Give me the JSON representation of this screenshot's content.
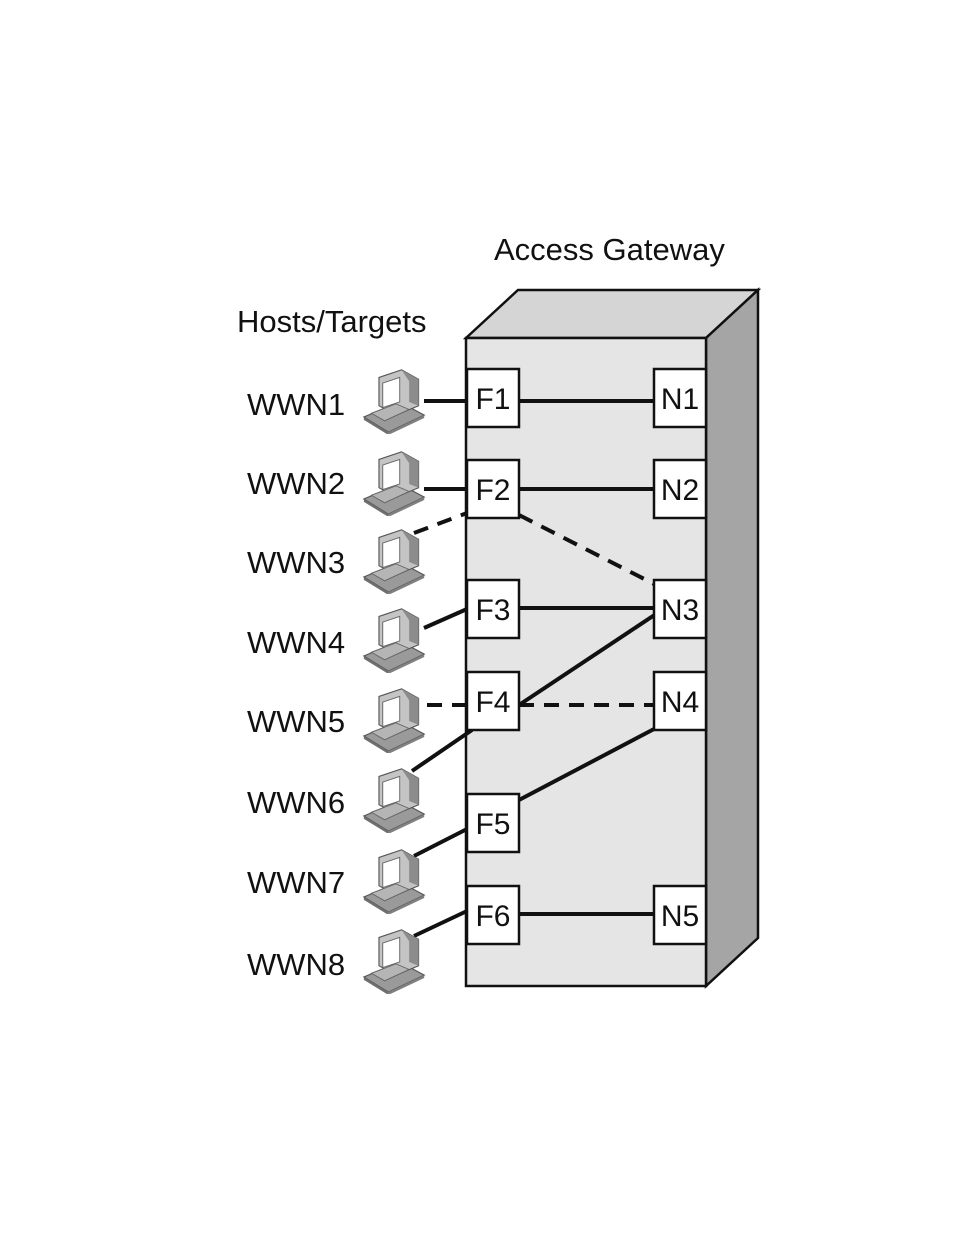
{
  "gateway": {
    "title": "Access Gateway",
    "f_ports": [
      {
        "id": "f1",
        "label": "F1"
      },
      {
        "id": "f2",
        "label": "F2"
      },
      {
        "id": "f3",
        "label": "F3"
      },
      {
        "id": "f4",
        "label": "F4"
      },
      {
        "id": "f5",
        "label": "F5"
      },
      {
        "id": "f6",
        "label": "F6"
      }
    ],
    "n_ports": [
      {
        "id": "n1",
        "label": "N1"
      },
      {
        "id": "n2",
        "label": "N2"
      },
      {
        "id": "n3",
        "label": "N3"
      },
      {
        "id": "n4",
        "label": "N4"
      },
      {
        "id": "n5",
        "label": "N5"
      }
    ]
  },
  "hosts": {
    "title": "Hosts/Targets",
    "items": [
      {
        "id": "wwn1",
        "label": "WWN1"
      },
      {
        "id": "wwn2",
        "label": "WWN2"
      },
      {
        "id": "wwn3",
        "label": "WWN3"
      },
      {
        "id": "wwn4",
        "label": "WWN4"
      },
      {
        "id": "wwn5",
        "label": "WWN5"
      },
      {
        "id": "wwn6",
        "label": "WWN6"
      },
      {
        "id": "wwn7",
        "label": "WWN7"
      },
      {
        "id": "wwn8",
        "label": "WWN8"
      }
    ]
  },
  "links": [
    {
      "from": "wwn1",
      "to": "f1",
      "style": "solid"
    },
    {
      "from": "wwn2",
      "to": "f2",
      "style": "solid"
    },
    {
      "from": "wwn3",
      "to": "f2",
      "style": "dashed"
    },
    {
      "from": "wwn4",
      "to": "f3",
      "style": "solid"
    },
    {
      "from": "wwn5",
      "to": "f4",
      "style": "dashed"
    },
    {
      "from": "wwn6",
      "to": "f4",
      "style": "solid"
    },
    {
      "from": "wwn7",
      "to": "f5",
      "style": "solid"
    },
    {
      "from": "wwn8",
      "to": "f6",
      "style": "solid"
    },
    {
      "from": "f1",
      "to": "n1",
      "style": "solid"
    },
    {
      "from": "f2",
      "to": "n2",
      "style": "solid"
    },
    {
      "from": "f2",
      "to": "n3",
      "style": "dashed"
    },
    {
      "from": "f3",
      "to": "n3",
      "style": "solid"
    },
    {
      "from": "f4",
      "to": "n3",
      "style": "solid"
    },
    {
      "from": "f4",
      "to": "n4",
      "style": "dashed"
    },
    {
      "from": "f5",
      "to": "n4",
      "style": "solid"
    },
    {
      "from": "f6",
      "to": "n5",
      "style": "solid"
    }
  ],
  "colors": {
    "chassis_front": "#e6e5e6",
    "chassis_top": "#d6d5d6",
    "chassis_side": "#a6a5a6",
    "line": "#111111"
  }
}
